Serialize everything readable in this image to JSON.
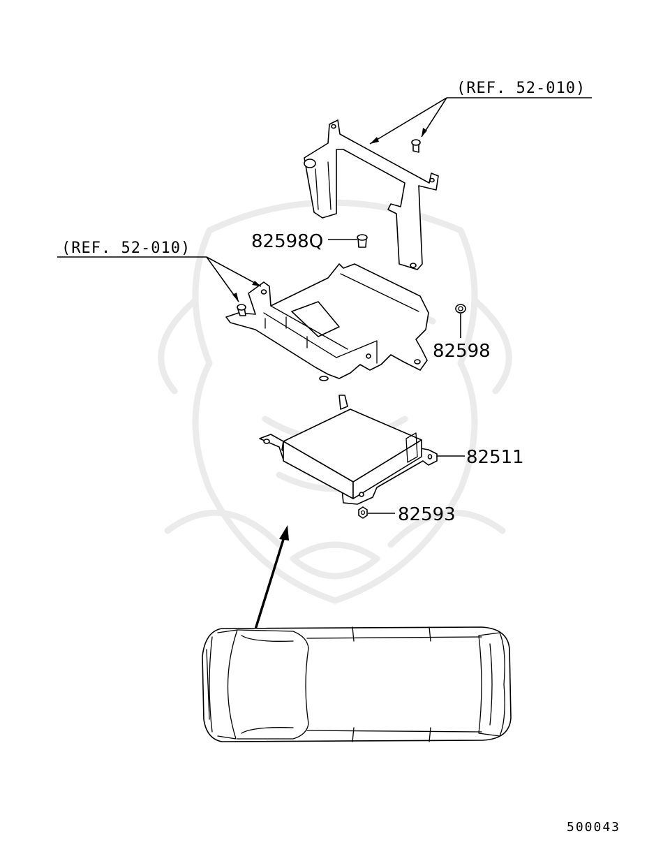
{
  "reference_labels": {
    "top_right": "(REF. 52-010)",
    "left": "(REF. 52-010)"
  },
  "callouts": {
    "bolt": "82598Q",
    "nut": "82598",
    "module": "82511",
    "nut_lower": "82593"
  },
  "figure_number": "500043"
}
